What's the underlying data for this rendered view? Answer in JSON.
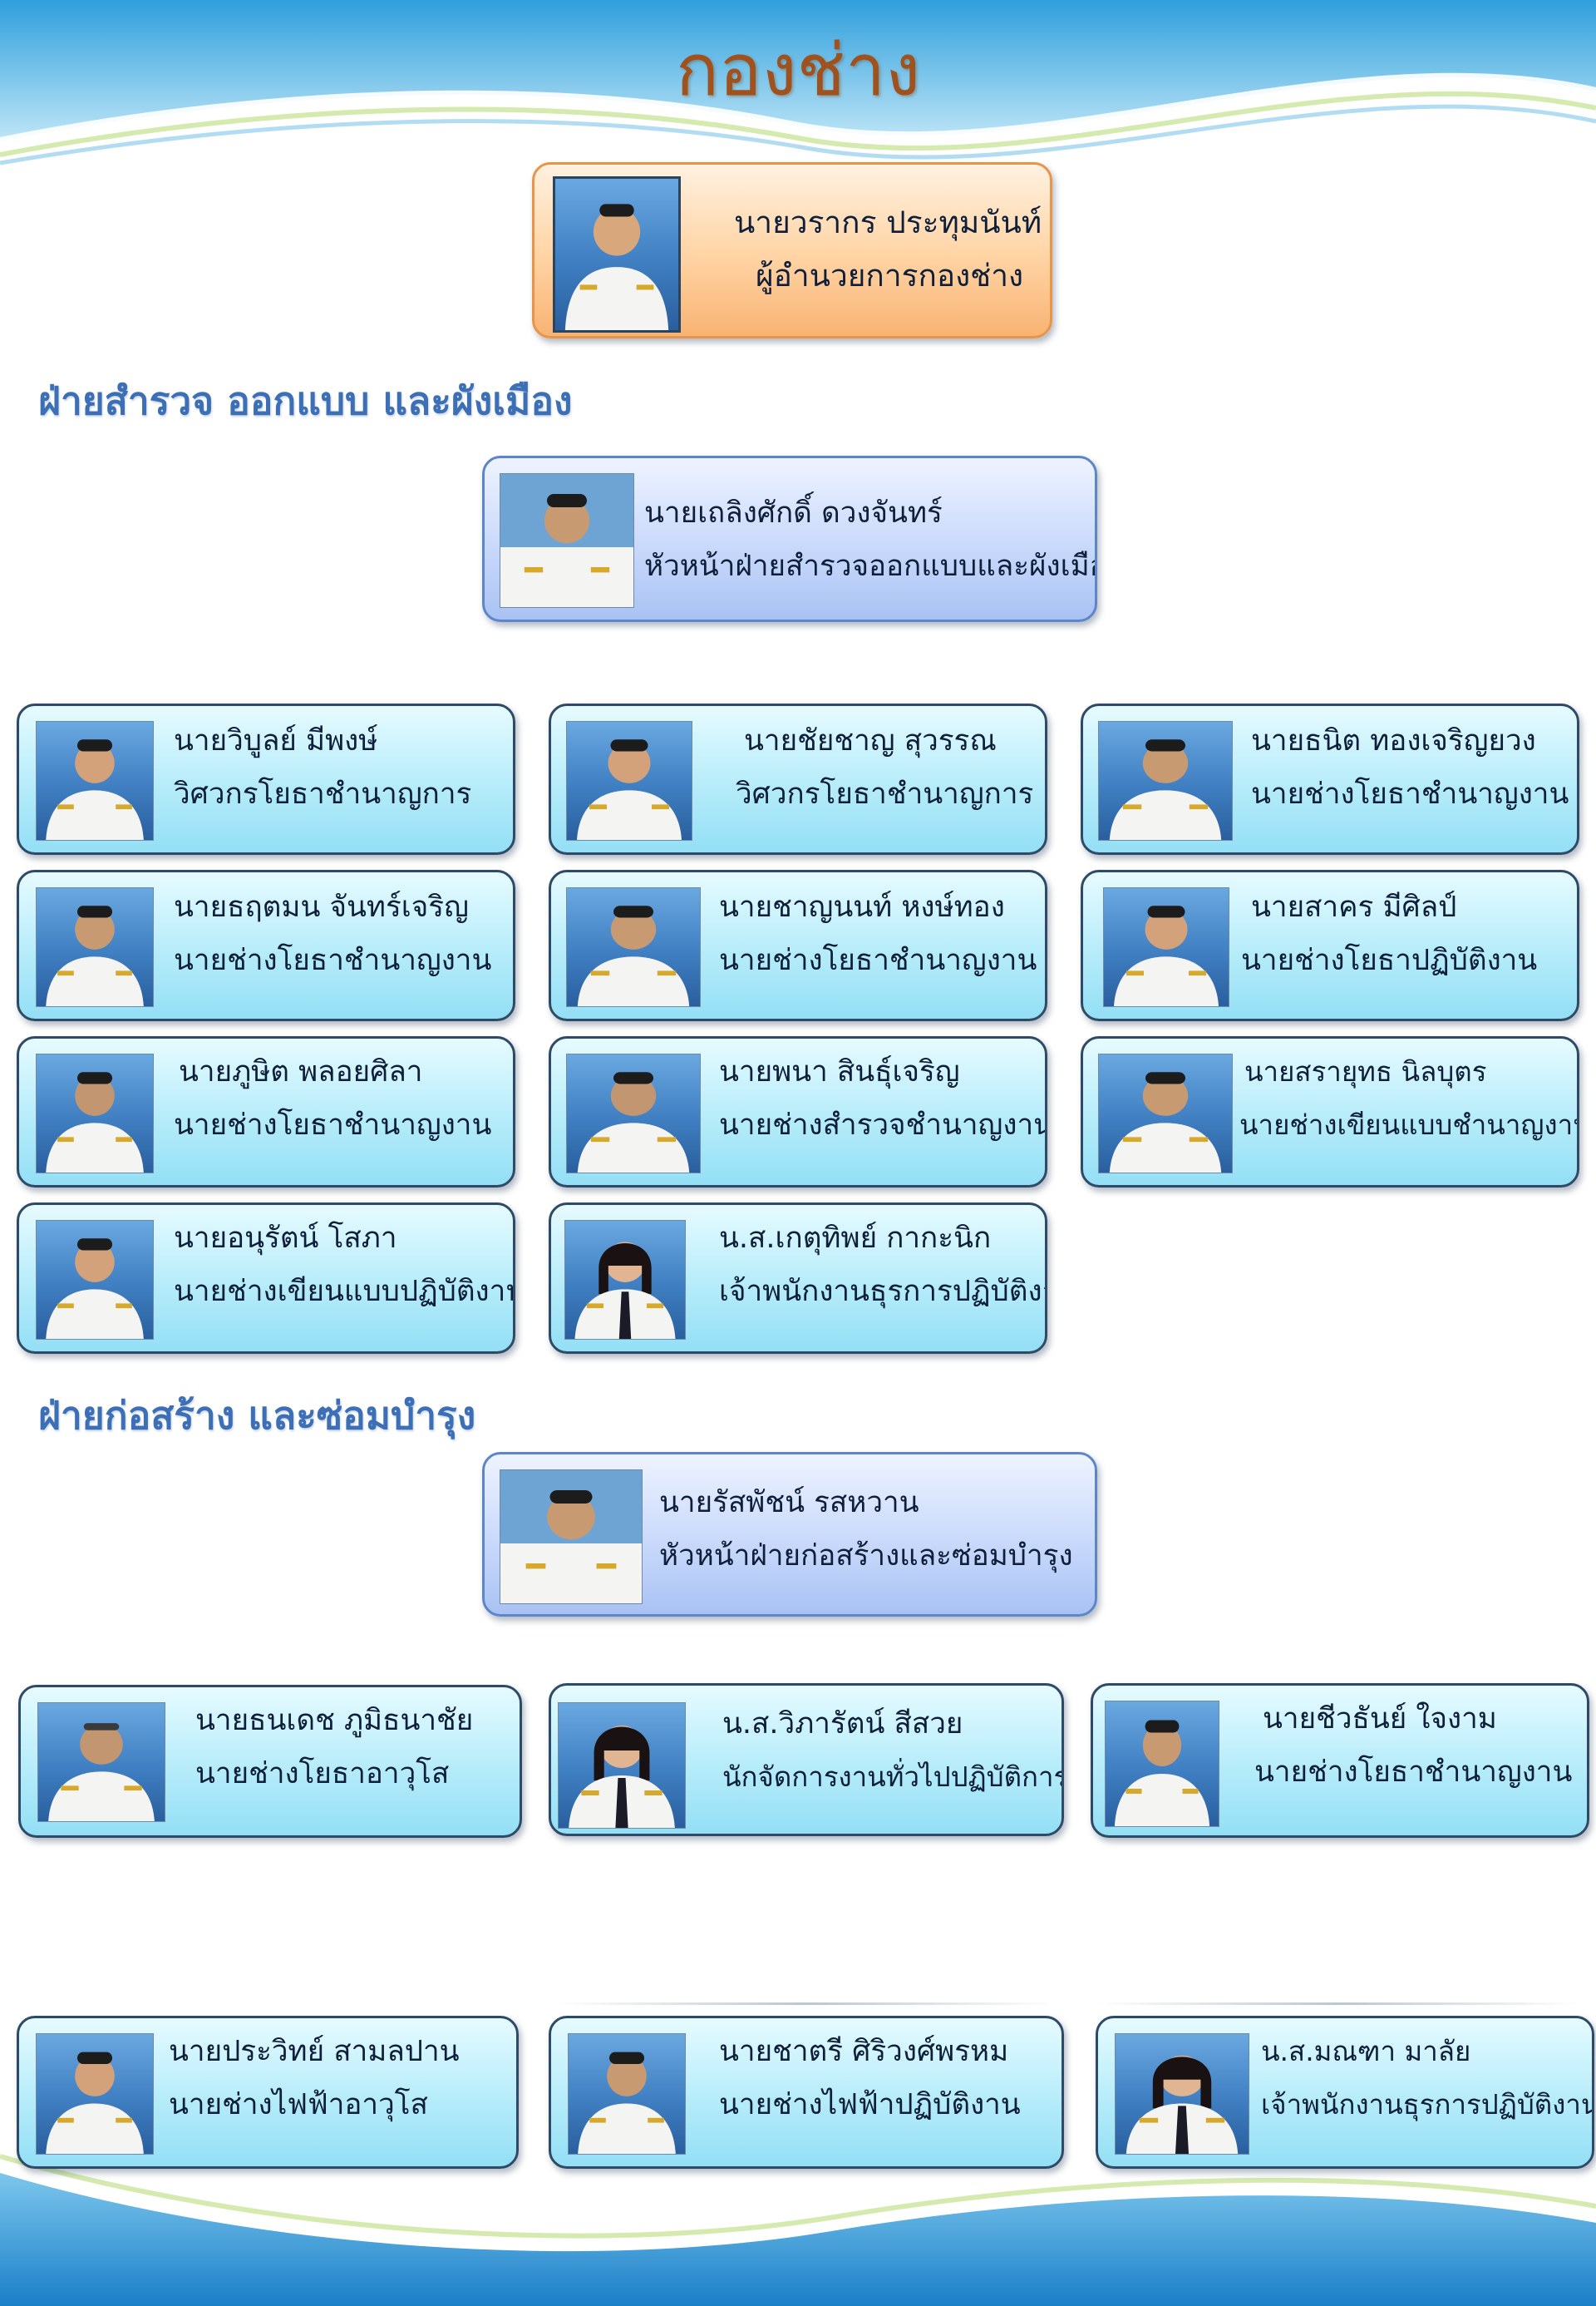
{
  "title": "กองช่าง",
  "director": {
    "name": "นายวรากร ประทุมนันท์",
    "position": "ผู้อำนวยการกองช่าง"
  },
  "sections": [
    {
      "title": "ฝ่ายสำรวจ ออกแบบ และผังเมือง",
      "head": {
        "name": "นายเถลิงศักดิ์ ดวงจันทร์",
        "position": "หัวหน้าฝ่ายสำรวจออกแบบและผังเมือง"
      },
      "members": [
        {
          "name": "นายวิบูลย์  มีพงษ์",
          "position": "วิศวกรโยธาชำนาญการ"
        },
        {
          "name": "นายชัยชาญ   สุวรรณ",
          "position": "วิศวกรโยธาชำนาญการ"
        },
        {
          "name": "นายธนิต ทองเจริญยวง",
          "position": "นายช่างโยธาชำนาญงาน"
        },
        {
          "name": "นายธฤตมน จันทร์เจริญ",
          "position": "นายช่างโยธาชำนาญงาน"
        },
        {
          "name": "นายชาญนนท์ หงษ์ทอง",
          "position": "นายช่างโยธาชำนาญงาน"
        },
        {
          "name": "นายสาคร   มีศิลป์",
          "position": "นายช่างโยธาปฏิบัติงาน"
        },
        {
          "name": "นายภูษิต พลอยศิลา",
          "position": "นายช่างโยธาชำนาญงาน"
        },
        {
          "name": "นายพนา  สินธุ์เจริญ",
          "position": "นายช่างสำรวจชำนาญงาน"
        },
        {
          "name": "นายสรายุทธ นิลบุตร",
          "position": "นายช่างเขียนแบบชำนาญงาน"
        },
        {
          "name": "นายอนุรัตน์ โสภา",
          "position": "นายช่างเขียนแบบปฏิบัติงาน"
        },
        {
          "name": "น.ส.เกตุทิพย์  กากะนิก",
          "position": "เจ้าพนักงานธุรการปฏิบัติงาน"
        }
      ]
    },
    {
      "title": "ฝ่ายก่อสร้าง และซ่อมบำรุง",
      "head": {
        "name": "นายรัสพัชน์  รสหวาน",
        "position": "หัวหน้าฝ่ายก่อสร้างและซ่อมบำรุง"
      },
      "members": [
        {
          "name": "นายธนเดช ภูมิธนาชัย",
          "position": "นายช่างโยธาอาวุโส"
        },
        {
          "name": "น.ส.วิภารัตน์  สีสวย",
          "position": "นักจัดการงานทั่วไปปฏิบัติการ"
        },
        {
          "name": "นายชีวธันย์  ใจงาม",
          "position": "นายช่างโยธาชำนาญงาน"
        },
        {
          "name": "นายประวิทย์  สามลปาน",
          "position": "นายช่างไฟฟ้าอาวุโส"
        },
        {
          "name": "นายชาตรี ศิริวงศ์พรหม",
          "position": "นายช่างไฟฟ้าปฏิบัติงาน"
        },
        {
          "name": "น.ส.มณฑา  มาลัย",
          "position": "เจ้าพนักงานธุรการปฏิบัติงาน"
        }
      ]
    }
  ],
  "colors": {
    "title": "#a0521e",
    "section_title": "#3d6fb6",
    "card_border": "#2f4a66",
    "director_card": "#f8b373",
    "head_card": "#a9c2f3",
    "member_card": "#93dff5"
  }
}
